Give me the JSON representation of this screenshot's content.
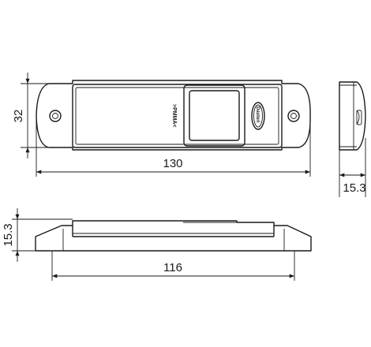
{
  "dimensions": {
    "top_width": "130",
    "top_height": "32",
    "side_depth": "15.3",
    "bottom_height": "15.3",
    "bottom_width": "116"
  },
  "markings": {
    "brand_logo": "Dasteri",
    "housing_text": ">PMMA<"
  },
  "colors": {
    "line": "#1a1a1a",
    "background": "#ffffff"
  }
}
